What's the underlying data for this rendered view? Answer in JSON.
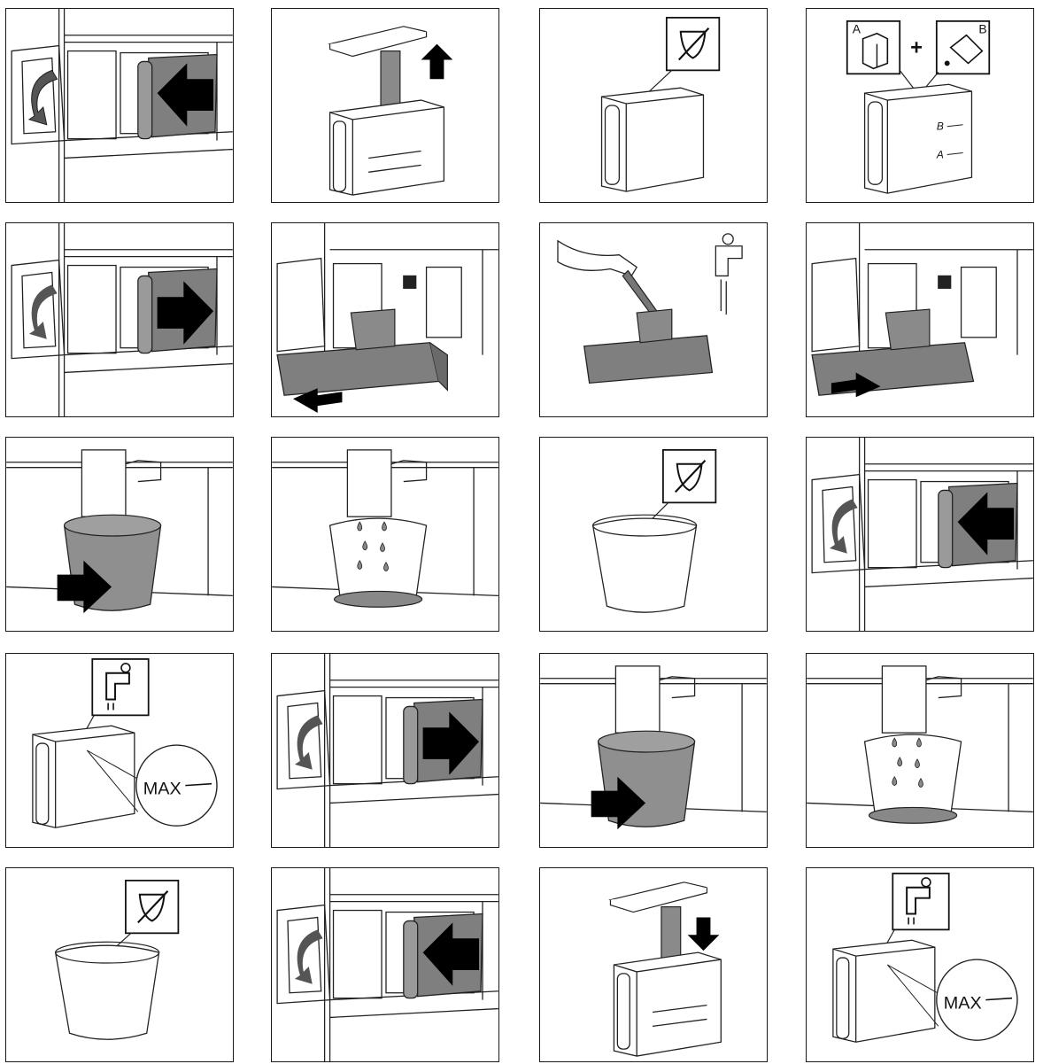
{
  "panels": [
    {
      "id": 1,
      "scene": "machine-insert"
    },
    {
      "id": 2,
      "scene": "tank-remove-filter"
    },
    {
      "id": 3,
      "scene": "tank-no-dishwasher"
    },
    {
      "id": 4,
      "scene": "tank-fill-A-B"
    },
    {
      "id": 5,
      "scene": "machine-remove"
    },
    {
      "id": 6,
      "scene": "drip-tray-remove"
    },
    {
      "id": 7,
      "scene": "clean-brush-tap"
    },
    {
      "id": 8,
      "scene": "drip-tray-insert"
    },
    {
      "id": 9,
      "scene": "cup-insert"
    },
    {
      "id": 10,
      "scene": "cup-dripping"
    },
    {
      "id": 11,
      "scene": "cup-no-dishwasher"
    },
    {
      "id": 12,
      "scene": "machine-insert"
    },
    {
      "id": 13,
      "scene": "tank-fill-max"
    },
    {
      "id": 14,
      "scene": "machine-remove"
    },
    {
      "id": 15,
      "scene": "cup-insert"
    },
    {
      "id": 16,
      "scene": "cup-dripping"
    },
    {
      "id": 17,
      "scene": "cup-no-dishwasher"
    },
    {
      "id": 18,
      "scene": "machine-insert"
    },
    {
      "id": 19,
      "scene": "tank-insert-filter"
    },
    {
      "id": 20,
      "scene": "tank-fill-max"
    }
  ],
  "labels": {
    "box_a": "A",
    "box_b": "B",
    "plus": "+",
    "level_b": "B",
    "level_a": "A",
    "max": "MAX"
  }
}
